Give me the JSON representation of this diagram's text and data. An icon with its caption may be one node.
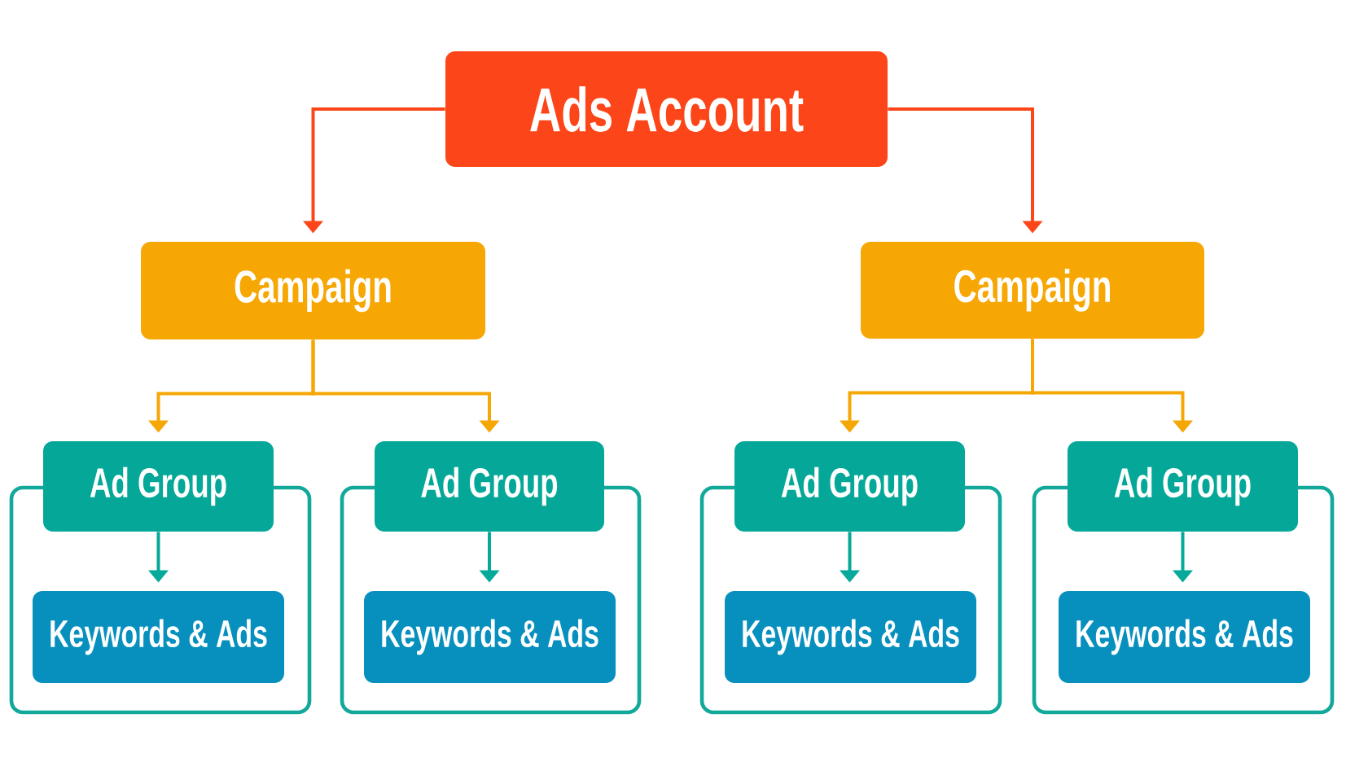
{
  "diagram": {
    "nodes": [
      {
        "text": [
          "Ads Account"
        ]
      },
      {
        "text": [
          "Campaign"
        ]
      },
      {
        "text": [
          "Campaign"
        ]
      },
      {
        "text": [],
        "shape": "box"
      },
      {
        "text": [
          "Ad Group"
        ]
      },
      {
        "text": [
          "Keywords & Ads"
        ],
        "in": 3
      },
      {
        "text": [],
        "shape": "box"
      },
      {
        "text": [
          "Ad Group"
        ]
      },
      {
        "text": [
          "Keywords & Ads"
        ],
        "in": 6
      },
      {
        "text": [],
        "shape": "box"
      },
      {
        "text": [
          "Ad Group"
        ]
      },
      {
        "text": [
          "Keywords & Ads"
        ],
        "in": 9
      },
      {
        "text": [],
        "shape": "box"
      },
      {
        "text": [
          "Ad Group"
        ]
      },
      {
        "text": [
          "Keywords & Ads"
        ],
        "in": 12
      }
    ],
    "edges": [
      {
        "from": 0,
        "to": 1,
        "arrow": "to",
        "color": "#fc4619"
      },
      {
        "from": 0,
        "to": 2,
        "arrow": "to",
        "color": "#fc4619"
      },
      {
        "from": 1,
        "to": 4,
        "arrow": "to",
        "color": "#f5a705"
      },
      {
        "from": 1,
        "to": 7,
        "arrow": "to",
        "color": "#f5a705"
      },
      {
        "from": 2,
        "to": 10,
        "arrow": "to",
        "color": "#f5a705"
      },
      {
        "from": 2,
        "to": 13,
        "arrow": "to",
        "color": "#f5a705"
      },
      {
        "from": 4,
        "to": 5,
        "arrow": "to",
        "color": "#06a99a"
      },
      {
        "from": 7,
        "to": 8,
        "arrow": "to",
        "color": "#06a99a"
      },
      {
        "from": 10,
        "to": 11,
        "arrow": "to",
        "color": "#06a99a"
      },
      {
        "from": 13,
        "to": 14,
        "arrow": "to",
        "color": "#06a99a"
      }
    ]
  }
}
